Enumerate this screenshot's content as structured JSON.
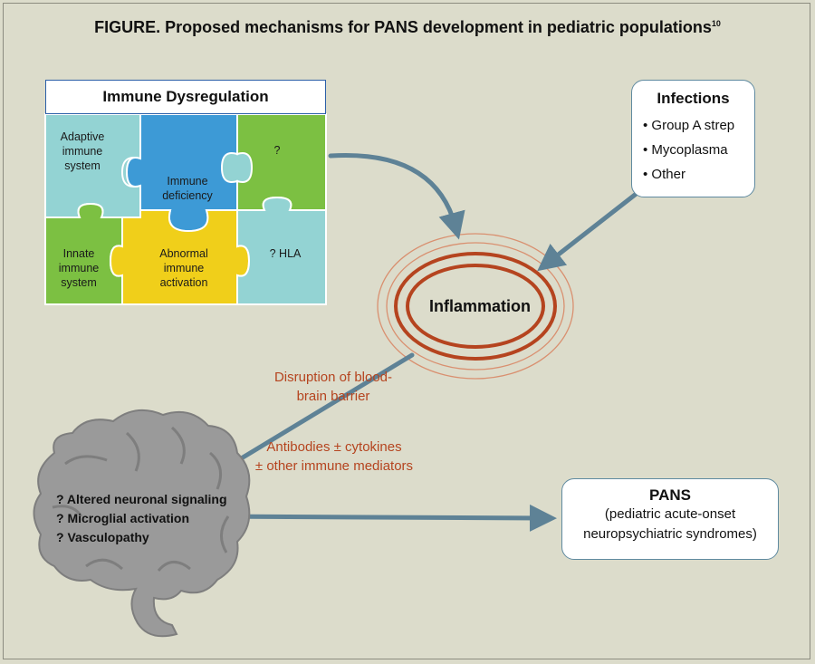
{
  "figure": {
    "title": "FIGURE.  Proposed mechanisms for PANS development in pediatric populations",
    "reference": "10"
  },
  "immune_dysregulation": {
    "title": "Immune Dysregulation",
    "pieces": {
      "adaptive": "Adaptive immune system",
      "deficiency": "Immune deficiency",
      "unknown": "?",
      "innate": "Innate immune system",
      "abnormal": "Abnormal immune activation",
      "hla": "? HLA"
    }
  },
  "infections": {
    "title": "Infections",
    "items": [
      "Group A strep",
      "Mycoplasma",
      "Other"
    ]
  },
  "inflammation": {
    "label": "Inflammation"
  },
  "bbb": {
    "line1": "Disruption of blood-",
    "line2": "brain barrier"
  },
  "antibodies": {
    "line1": "Antibodies ± cytokines",
    "line2": "± other immune mediators"
  },
  "brain_effects": [
    "? Altered neuronal signaling",
    "? Microglial activation",
    "? Vasculopathy"
  ],
  "pans": {
    "title": "PANS",
    "line1": "(pediatric acute-onset",
    "line2": "neuropsychiatric syndromes)"
  },
  "colors": {
    "background": "#dcdccb",
    "arrow": "#5e8296",
    "inflammation_ring": "#b5441f",
    "puzzle_teal": "#93d3d3",
    "puzzle_blue": "#3d9ad6",
    "puzzle_green": "#7cc042",
    "puzzle_yellow": "#f0cf1a",
    "brain_gray": "#9a9a9a"
  }
}
